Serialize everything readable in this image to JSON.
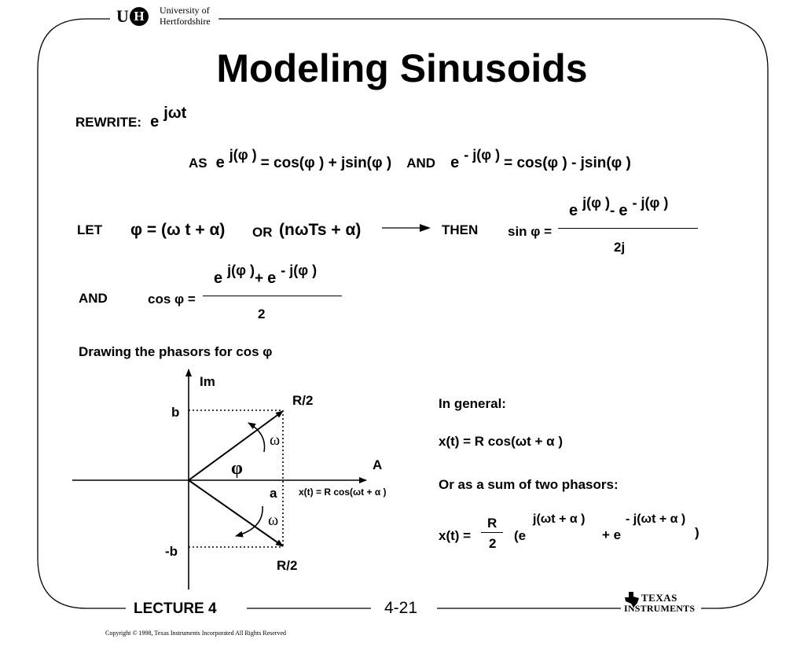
{
  "header": {
    "logo_mark": "UH",
    "university_line1": "University of",
    "university_line2": "Hertfordshire"
  },
  "title": "Modeling Sinusoids",
  "rewrite": {
    "label": "REWRITE:",
    "base": "e",
    "exponent": "jωt"
  },
  "euler": {
    "as_label": "AS",
    "lhs_base": "e",
    "lhs_exp": "j(φ )",
    "rhs": "= cos(φ ) + jsin(φ )",
    "and_label": "AND",
    "lhs2_base": "e",
    "lhs2_exp": "- j(φ )",
    "rhs2": "= cos(φ ) - jsin(φ )"
  },
  "let_row": {
    "let_label": "LET",
    "phi_def": "φ = (ω t + α)",
    "or_label": "OR",
    "alt_def": "(nωTs + α)",
    "then_label": "THEN",
    "sin_lhs": "sin φ =",
    "sin_num_e1": "e",
    "sin_num_exp1": "j(φ )",
    "sin_num_minus": "-",
    "sin_num_e2": "e",
    "sin_num_exp2": "- j(φ )",
    "sin_den": "2j"
  },
  "cos_row": {
    "and_label": "AND",
    "cos_lhs": "cos φ =",
    "num_e1": "e",
    "num_exp1": "j(φ )",
    "num_plus": "+",
    "num_e2": "e",
    "num_exp2": "- j(φ )",
    "den": "2"
  },
  "phasor_heading": "Drawing the phasors for cos φ",
  "diagram": {
    "im_label": "Im",
    "re_label": "A",
    "b_label": "b",
    "neg_b_label": "-b",
    "a_label": "a",
    "top_vector_label": "R/2",
    "bottom_vector_label": "R/2",
    "omega_top": "ω",
    "omega_bottom": "ω",
    "phi_label": "φ",
    "axis_note": "x(t) = R cos(ωt + α )"
  },
  "general": {
    "heading": "In general:",
    "formula": "x(t) = R cos(ωt + α )",
    "sum_heading": "Or as a sum of two phasors:",
    "lhs": "x(t) =",
    "frac_num": "R",
    "frac_den": "2",
    "open_paren": "(e",
    "exp1": "j(ωt + α )",
    "plus_e": "+ e",
    "exp2": "- j(ωt + α )",
    "close_paren": ")"
  },
  "footer": {
    "lecture": "LECTURE 4",
    "page_number": "4-21",
    "ti_line1": "TEXAS",
    "ti_line2": "INSTRUMENTS",
    "copyright": "Copyright © 1998, Texas Instruments Incorporated All Rights Reserved"
  }
}
